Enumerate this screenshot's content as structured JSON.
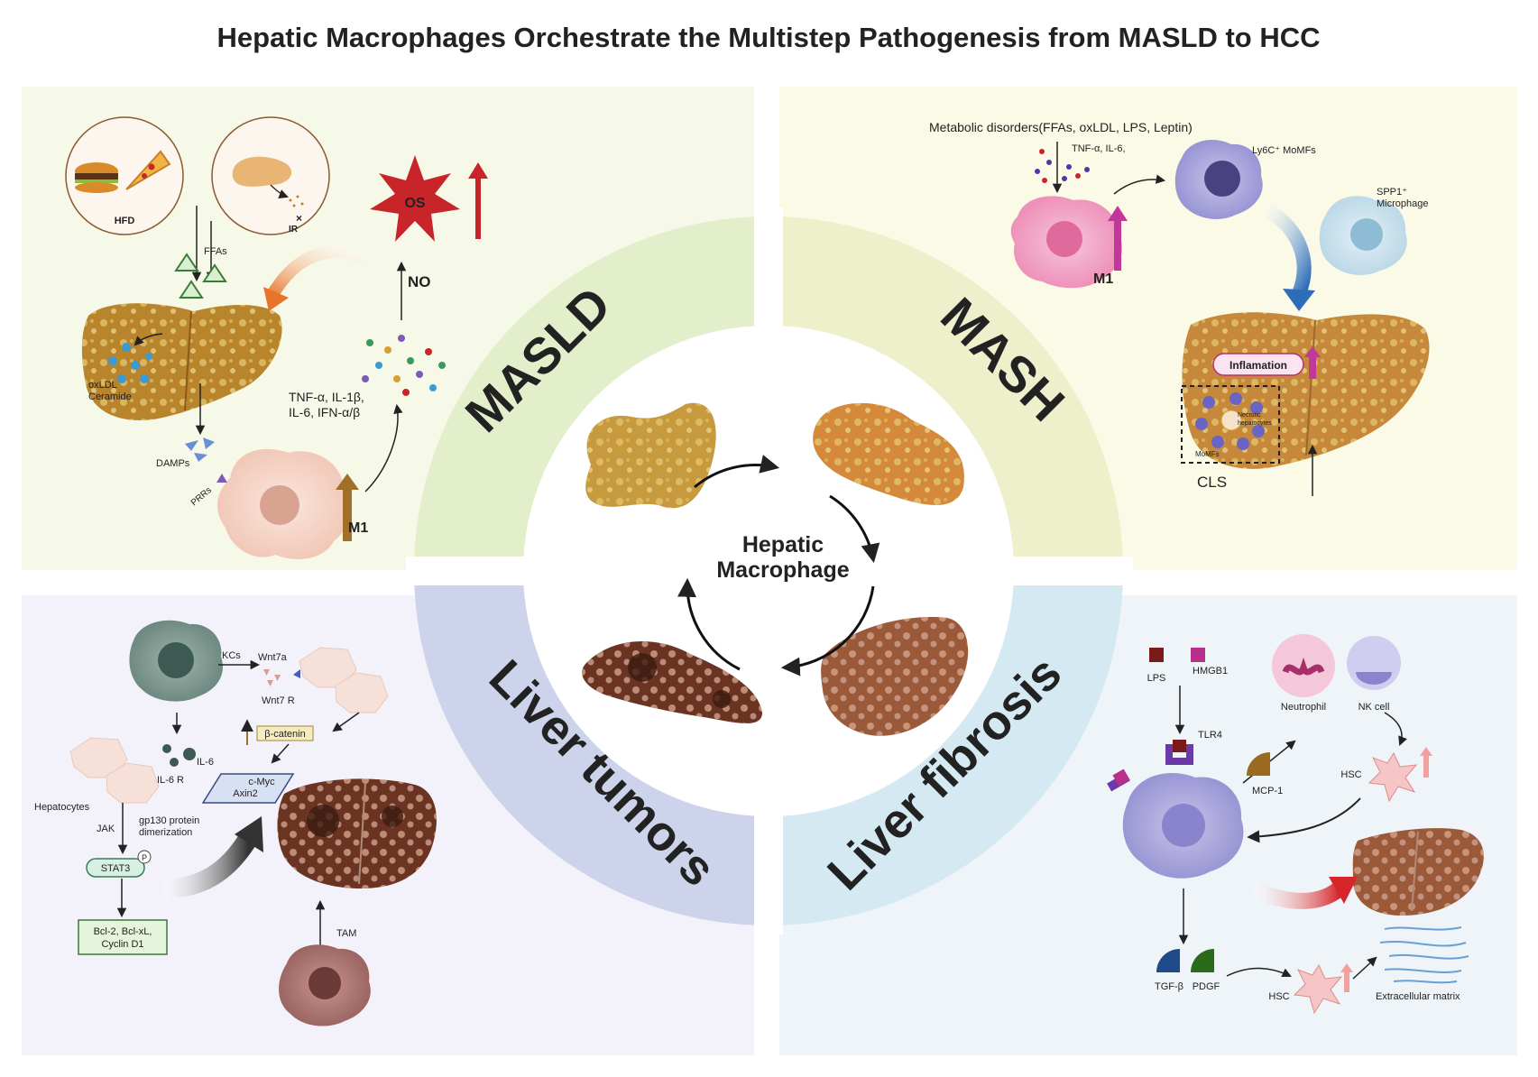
{
  "title": "Hepatic Macrophages Orchestrate the Multistep Pathogenesis from MASLD to HCC",
  "colors": {
    "masld_bg": "#f7f9e8",
    "mash_bg": "#fafae6",
    "tumor_bg": "#f3f2fa",
    "fibrosis_bg": "#eef4f8",
    "masld_ring": "#e3eecb",
    "mash_ring": "#eef0cc",
    "tumor_ring": "#cdd3ea",
    "fibrosis_ring": "#d4e9f1",
    "liver_fatty": "#c89a3e",
    "liver_inflamed": "#d48a3a",
    "liver_fibrotic": "#9a5a3a",
    "liver_tumor": "#6b3322",
    "red": "#c8252a",
    "magenta": "#c2389a",
    "brown": "#a07028"
  },
  "stages": {
    "masld": "MASLD",
    "mash": "MASH",
    "tumors": "Liver tumors",
    "fibrosis": "Liver fibrosis"
  },
  "center": {
    "line1": "Hepatic",
    "line2": "Macrophage"
  },
  "masld": {
    "hfd": "HFD",
    "ir": "IR",
    "ffas": "FFAs",
    "os": "OS",
    "no": "NO",
    "oxldl": "oxLDL",
    "ceramide": "Ceramide",
    "cytokines1": "TNF-α, IL-1β,",
    "cytokines2": "IL-6, IFN-α/β",
    "damps": "DAMPs",
    "prrs": "PRRs",
    "m1": "M1"
  },
  "mash": {
    "metabolic": "Metabolic disorders(FFAs, oxLDL, LPS, Leptin)",
    "cytokines": "TNF-α,  IL-6,",
    "ly6c": "Ly6C⁺ MoMFs",
    "spp1_1": "SPP1⁺",
    "spp1_2": "Microphage",
    "m1": "M1",
    "inflammation": "Inflamation",
    "necrotic1": "Necrotic",
    "necrotic2": "hepatocytes",
    "momfs": "MoMFs",
    "cls": "CLS"
  },
  "tumors": {
    "kcs": "KCs",
    "wnt7a": "Wnt7a",
    "wnt7r": "Wnt7 R",
    "beta_catenin": "β-catenin",
    "cmyc": "c-Myc",
    "axin2": "Axin2",
    "il6": "IL-6",
    "il6r": "IL-6 R",
    "hepatocytes": "Hepatocytes",
    "gp130_1": "gp130 protein",
    "gp130_2": "dimerization",
    "jak": "JAK",
    "stat3": "STAT3",
    "p": "P",
    "bcl1": "Bcl-2, Bcl-xL,",
    "bcl2": "Cyclin D1",
    "tam": "TAM"
  },
  "fibrosis": {
    "lps": "LPS",
    "hmgb1": "HMGB1",
    "tlr4": "TLR4",
    "neutrophil": "Neutrophil",
    "nkcell": "NK cell",
    "mcp1": "MCP-1",
    "hsc1": "HSC",
    "tgfb": "TGF-β",
    "pdgf": "PDGF",
    "hsc2": "HSC",
    "ecm": "Extracellular matrix"
  }
}
